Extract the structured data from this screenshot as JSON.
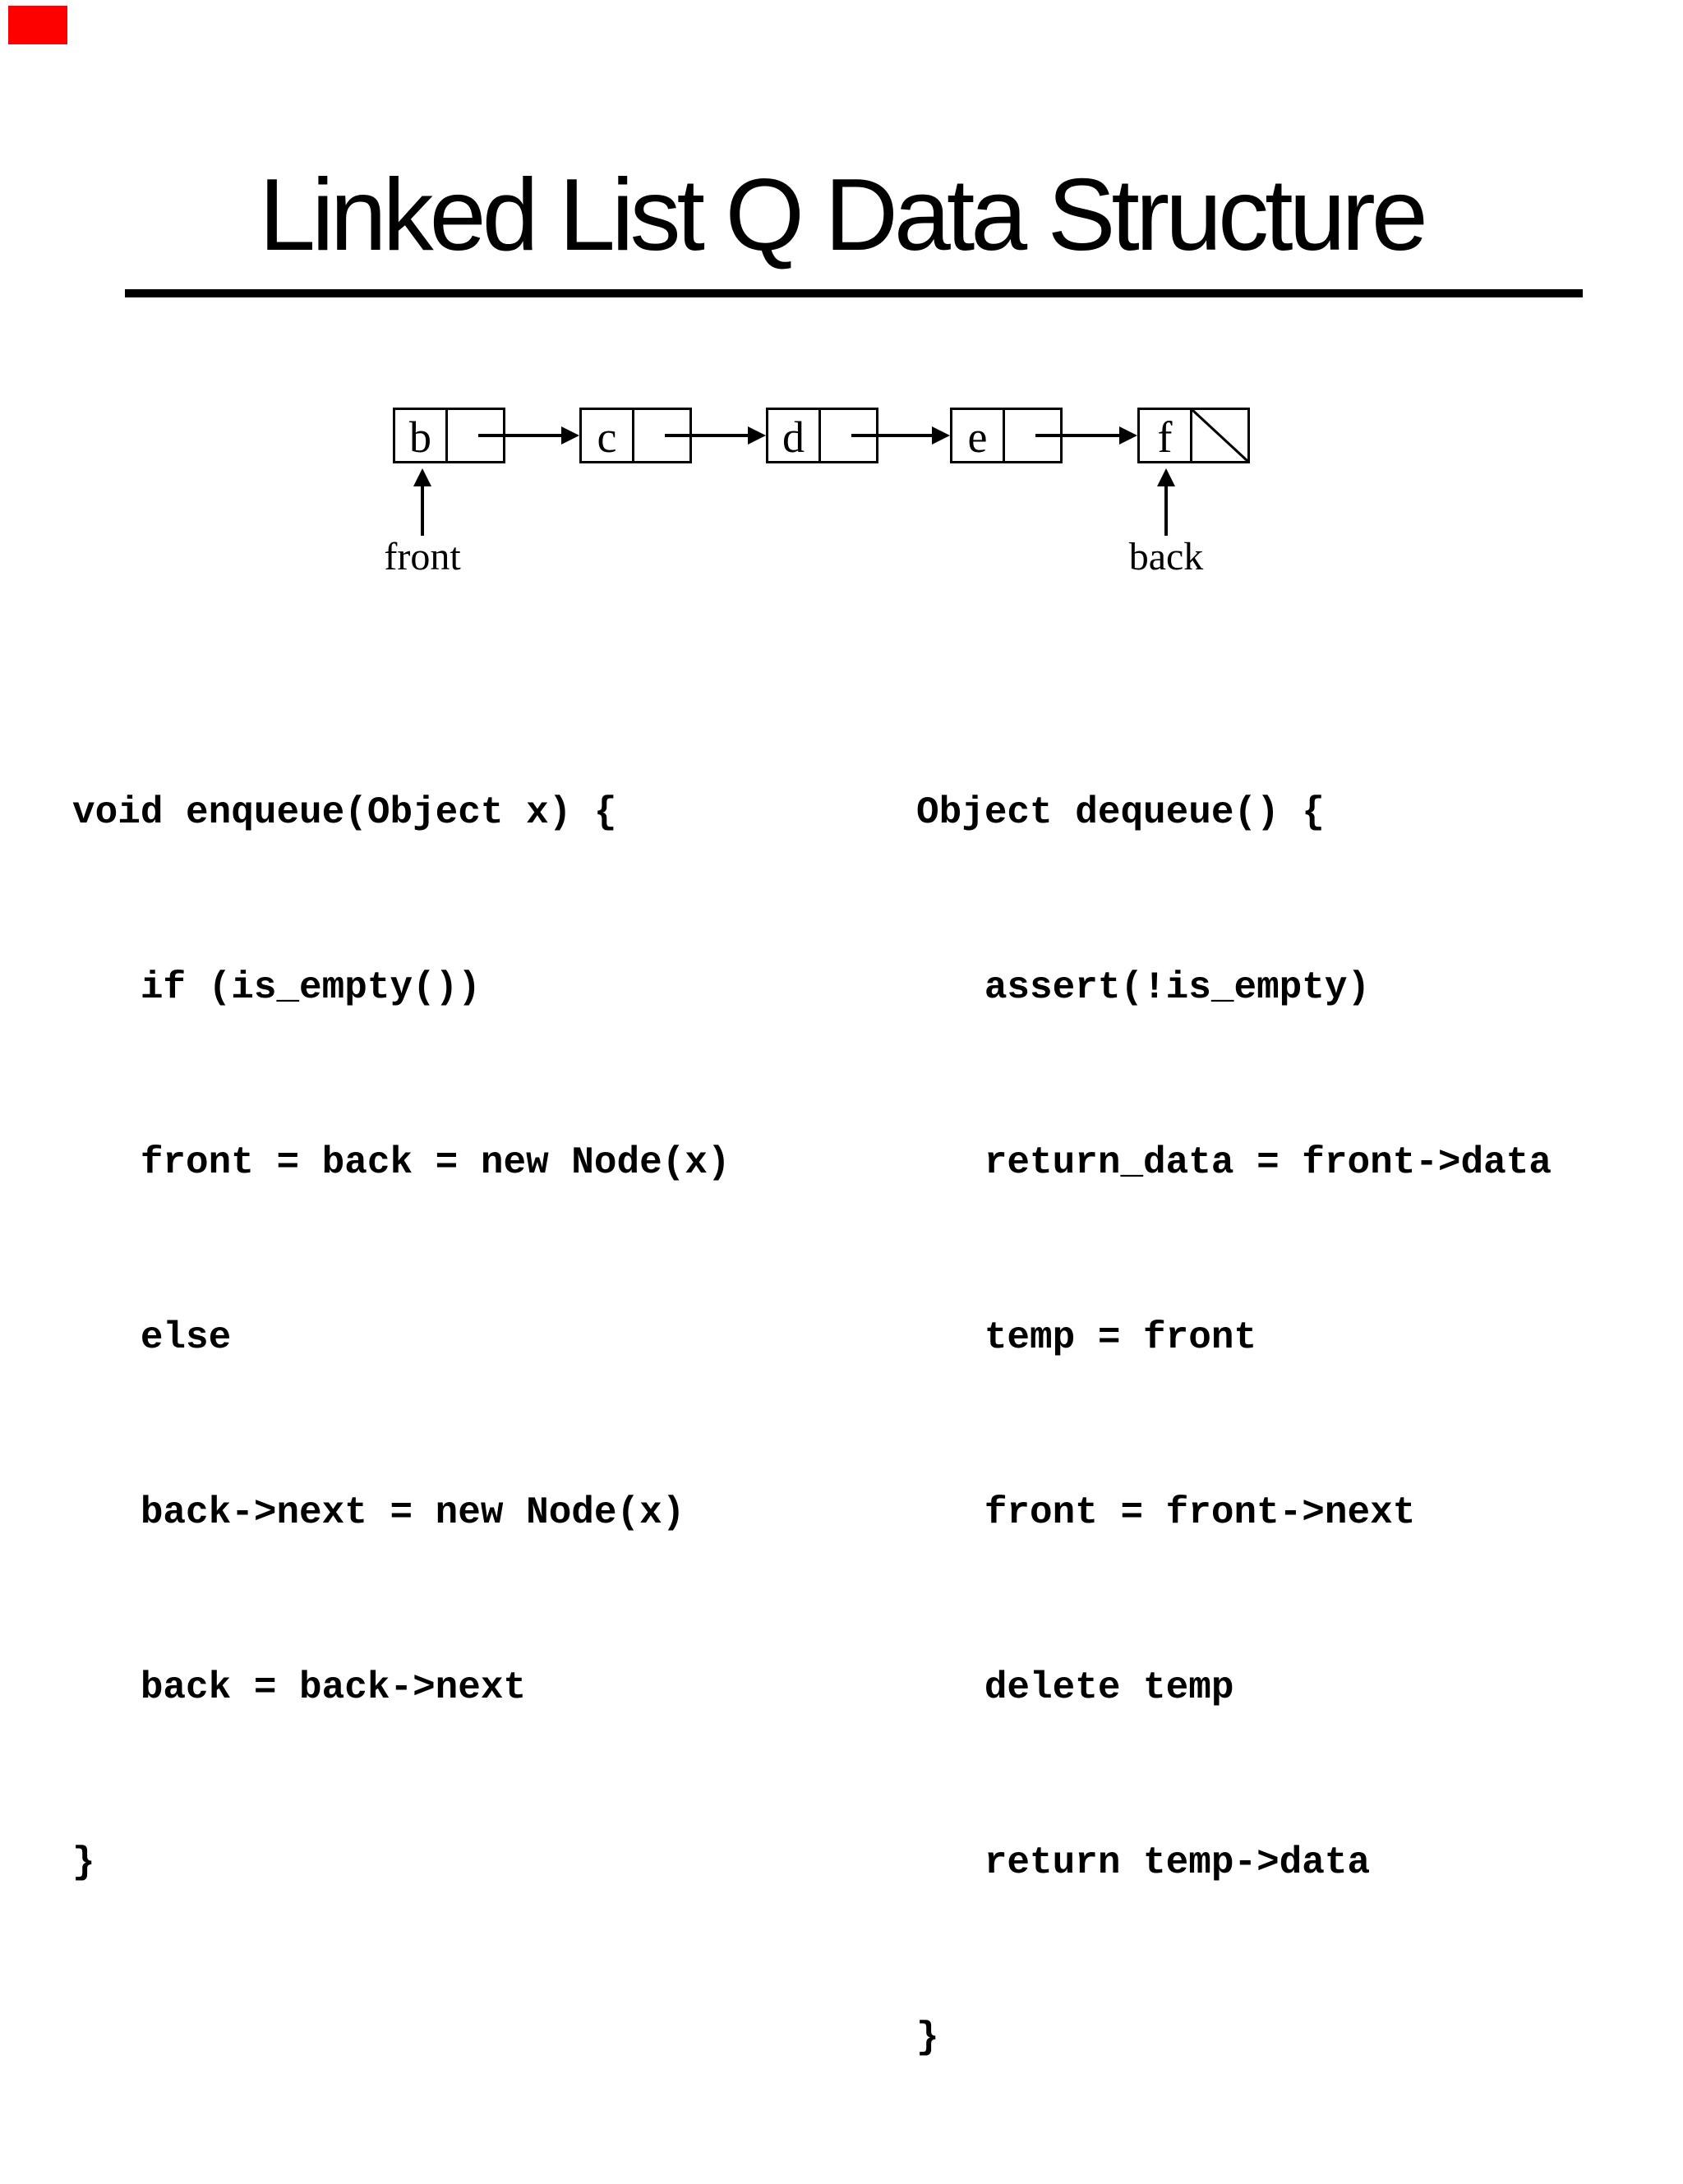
{
  "title": "Linked List Q Data Structure",
  "diagram": {
    "nodes": [
      "b",
      "c",
      "d",
      "e",
      "f"
    ],
    "front_label": "front",
    "back_label": "back"
  },
  "code": {
    "enqueue": {
      "lines": [
        "void enqueue(Object x) {",
        "   if (is_empty())",
        "   front = back = new Node(x)",
        "   else",
        "   back->next = new Node(x)",
        "   back = back->next",
        "}"
      ]
    },
    "dequeue": {
      "lines": [
        "Object dequeue() {",
        "   assert(!is_empty)",
        "   return_data = front->data",
        "   temp = front",
        "   front = front->next",
        "   delete temp",
        "   return temp->data",
        "}"
      ]
    }
  },
  "colors": {
    "ink": "#000000",
    "background": "#ffffff",
    "corner_marker_red": "#fd0000"
  }
}
